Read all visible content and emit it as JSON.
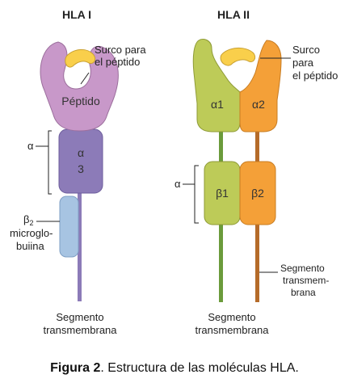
{
  "hla1": {
    "title": "HLA I",
    "groove_label": [
      "Surco para",
      "el péptido"
    ],
    "peptide_domain_label": "Péptido",
    "alpha_label": "α",
    "alpha3_label": [
      "α",
      "3"
    ],
    "b2_label": "β",
    "b2_subscript": "2",
    "b2_label_rest": [
      "microglo-",
      "buiina"
    ],
    "segment_label": [
      "Segmento",
      "transmembrana"
    ]
  },
  "hla2": {
    "title": "HLA II",
    "groove_label": [
      "Surco",
      "para",
      "el péptido"
    ],
    "alpha1_label": "α1",
    "alpha2_label": "α2",
    "alpha_label": "α",
    "beta1_label": "β1",
    "beta2_label": "β2",
    "segment_right_label": [
      "Segmento",
      "transmem-",
      "brana"
    ],
    "segment_label": [
      "Segmento",
      "transmembrana"
    ]
  },
  "caption": {
    "bold": "Figura 2",
    "rest": ". Estructura de las moléculas HLA."
  },
  "colors": {
    "hla1_purple": "#c898c9",
    "hla1_alpha3": "#8c7bb8",
    "hla1_b2m": "#a7c4e2",
    "peptide_yellow": "#f9cf4b",
    "hla2_green": "#bdcb58",
    "hla2_orange": "#f4a038",
    "tm_green": "#6b9b3b",
    "tm_brown": "#b56b2a"
  }
}
